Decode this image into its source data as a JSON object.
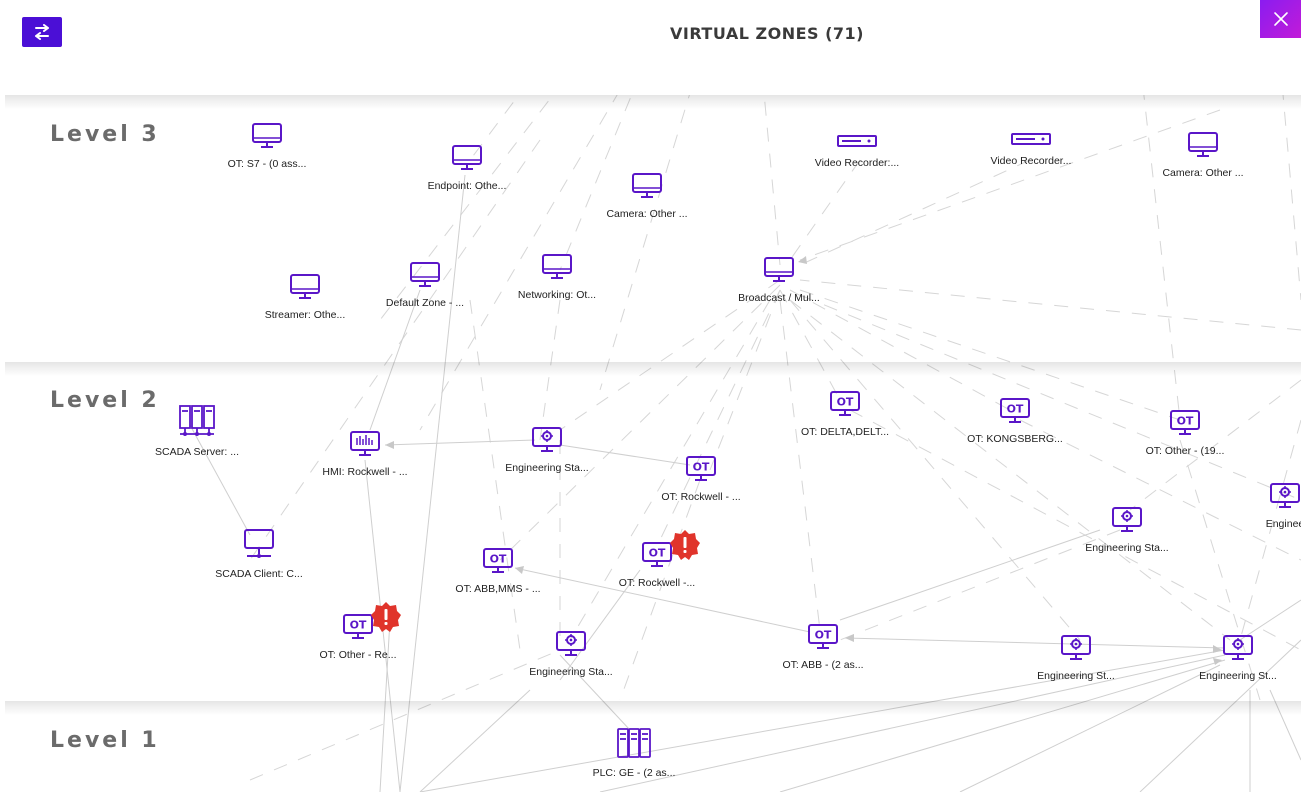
{
  "header": {
    "title": "VIRTUAL ZONES (71)"
  },
  "colors": {
    "accent": "#4b0fd6",
    "icon": "#5a16c8",
    "alert": "#e0342b",
    "close": "#b01ce0"
  },
  "levels": [
    {
      "label": "Level 3"
    },
    {
      "label": "Level 2"
    },
    {
      "label": "Level 1"
    }
  ],
  "nodes": [
    {
      "id": "n1",
      "label": "OT: S7 - (0 ass...",
      "icon": "monitor-icon"
    },
    {
      "id": "n2",
      "label": "Endpoint: Othe...",
      "icon": "monitor-icon"
    },
    {
      "id": "n3",
      "label": "Camera: Other ...",
      "icon": "monitor-icon"
    },
    {
      "id": "n4",
      "label": "Video Recorder:...",
      "icon": "video-recorder-icon"
    },
    {
      "id": "n5",
      "label": "Video Recorder...",
      "icon": "video-recorder-icon"
    },
    {
      "id": "n6",
      "label": "Camera: Other ...",
      "icon": "monitor-icon"
    },
    {
      "id": "n7",
      "label": "Streamer: Othe...",
      "icon": "monitor-icon"
    },
    {
      "id": "n8",
      "label": "Default Zone - ...",
      "icon": "monitor-icon"
    },
    {
      "id": "n9",
      "label": "Networking: Ot...",
      "icon": "monitor-icon"
    },
    {
      "id": "n10",
      "label": "Broadcast / Mul...",
      "icon": "monitor-icon"
    },
    {
      "id": "n11",
      "label": "SCADA Server: ...",
      "icon": "server-rack-icon"
    },
    {
      "id": "n12",
      "label": "HMI: Rockwell - ...",
      "icon": "hmi-icon"
    },
    {
      "id": "n13",
      "label": "Engineering Sta...",
      "icon": "engineering-station-icon"
    },
    {
      "id": "n14",
      "label": "OT: DELTA,DELT...",
      "icon": "ot-icon"
    },
    {
      "id": "n15",
      "label": "OT: KONGSBERG...",
      "icon": "ot-icon"
    },
    {
      "id": "n16",
      "label": "OT: Other - (19...",
      "icon": "ot-icon"
    },
    {
      "id": "n17",
      "label": "OT: Rockwell - ...",
      "icon": "ot-icon"
    },
    {
      "id": "n18",
      "label": "Engineering Sta...",
      "icon": "engineering-station-icon"
    },
    {
      "id": "n19",
      "label": "Enginee",
      "icon": "engineering-station-icon"
    },
    {
      "id": "n20",
      "label": "SCADA Client: C...",
      "icon": "scada-client-icon"
    },
    {
      "id": "n21",
      "label": "OT: ABB,MMS - ...",
      "icon": "ot-icon"
    },
    {
      "id": "n22",
      "label": "OT: Rockwell -...",
      "icon": "ot-icon",
      "alert": true
    },
    {
      "id": "n23",
      "label": "OT: Other - Re...",
      "icon": "ot-icon",
      "alert": true
    },
    {
      "id": "n24",
      "label": "Engineering Sta...",
      "icon": "engineering-station-icon"
    },
    {
      "id": "n25",
      "label": "OT: ABB - (2 as...",
      "icon": "ot-icon"
    },
    {
      "id": "n26",
      "label": "Engineering St...",
      "icon": "engineering-station-icon"
    },
    {
      "id": "n27",
      "label": "Engineering St...",
      "icon": "engineering-station-icon"
    },
    {
      "id": "n28",
      "label": "PLC: GE - (2 as...",
      "icon": "plc-icon"
    }
  ]
}
